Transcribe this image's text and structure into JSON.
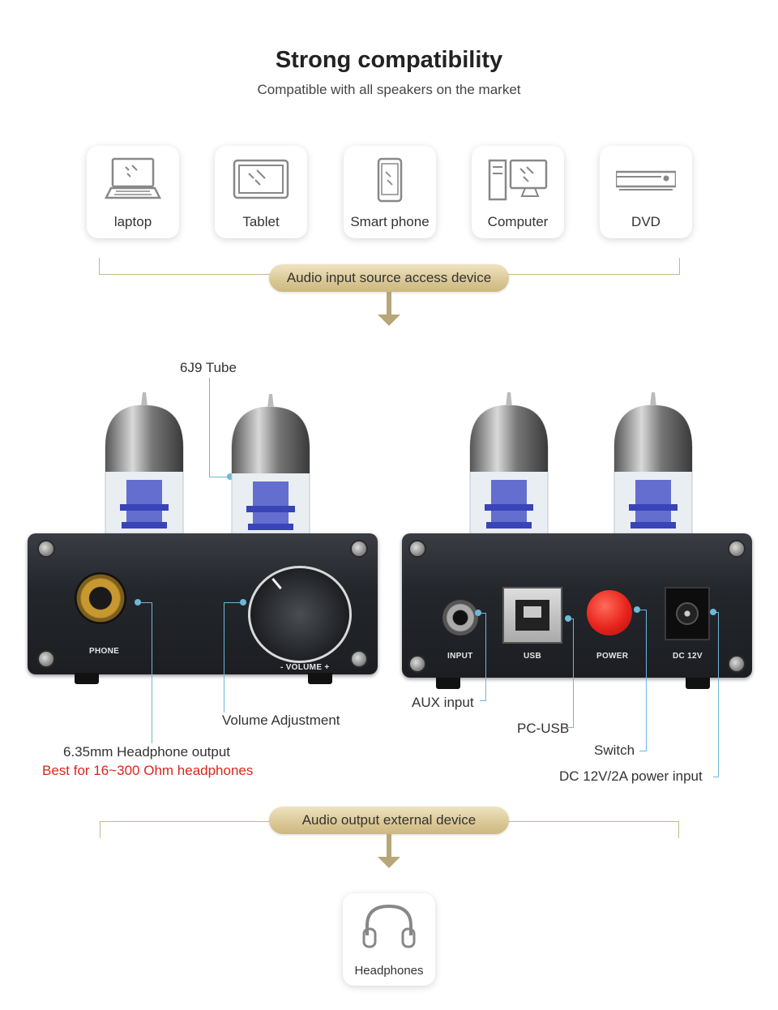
{
  "header": {
    "title": "Strong compatibility",
    "subtitle": "Compatible with all speakers on the market"
  },
  "input_devices": [
    {
      "label": "laptop",
      "icon": "laptop-icon"
    },
    {
      "label": "Tablet",
      "icon": "tablet-icon"
    },
    {
      "label": "Smart phone",
      "icon": "smartphone-icon"
    },
    {
      "label": "Computer",
      "icon": "computer-icon"
    },
    {
      "label": "DVD",
      "icon": "dvd-player-icon"
    }
  ],
  "input_banner": "Audio input source access device",
  "front_panel": {
    "tube_label": "6J9 Tube",
    "phone_label": "PHONE",
    "volume_label": "- VOLUME +",
    "volume_callout": "Volume Adjustment",
    "headphone_callout": "6.35mm Headphone output",
    "headphone_note": "Best for 16~300 Ohm headphones"
  },
  "rear_panel": {
    "input_label": "INPUT",
    "usb_label": "USB",
    "power_label": "POWER",
    "dc_label": "DC 12V",
    "aux_callout": "AUX input",
    "usb_callout": "PC-USB",
    "switch_callout": "Switch",
    "dc_callout": "DC 12V/2A power input"
  },
  "output_banner": "Audio output external device",
  "output_device": {
    "label": "Headphones",
    "icon": "headphones-icon"
  },
  "colors": {
    "accent_gold": "#d8c690",
    "callout_line": "#6fb8d8",
    "note_red": "#d9261c",
    "power_button": "#e8231c"
  }
}
